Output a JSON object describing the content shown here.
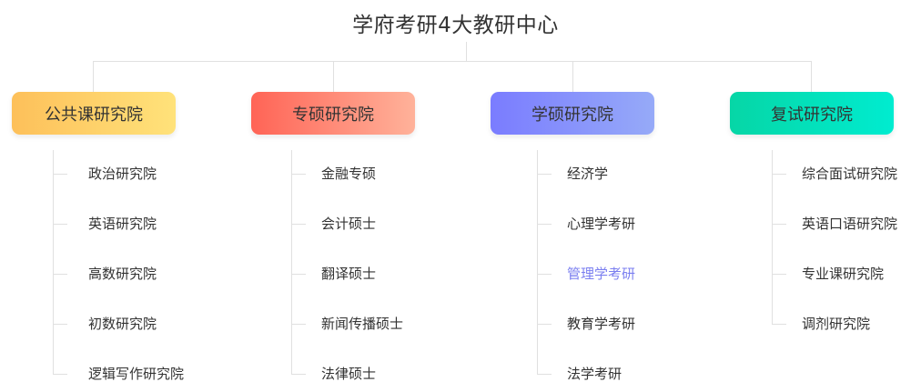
{
  "title": "学府考研4大教研中心",
  "columns": [
    {
      "header": "公共课研究院",
      "gradient": [
        "#fdc05a",
        "#ffe27a"
      ],
      "items": [
        "政治研究院",
        "英语研究院",
        "高数研究院",
        "初数研究院",
        "逻辑写作研究院"
      ],
      "highlight": -1
    },
    {
      "header": "专硕研究院",
      "gradient": [
        "#ff6456",
        "#ffb29a"
      ],
      "items": [
        "金融专硕",
        "会计硕士",
        "翻译硕士",
        "新闻传播硕士",
        "法律硕士"
      ],
      "highlight": -1
    },
    {
      "header": "学硕研究院",
      "gradient": [
        "#7a7cff",
        "#96aaf8"
      ],
      "items": [
        "经济学",
        "心理学考研",
        "管理学考研",
        "教育学考研",
        "法学考研"
      ],
      "highlight": 2
    },
    {
      "header": "复试研究院",
      "gradient": [
        "#06d6a6",
        "#00ecd0"
      ],
      "items": [
        "综合面试研究院",
        "英语口语研究院",
        "专业课研究院",
        "调剂研究院"
      ],
      "highlight": -1
    }
  ],
  "colors": {
    "text": "#333333",
    "highlight": "#7b7ff0",
    "connector": "#e0e0e0"
  }
}
